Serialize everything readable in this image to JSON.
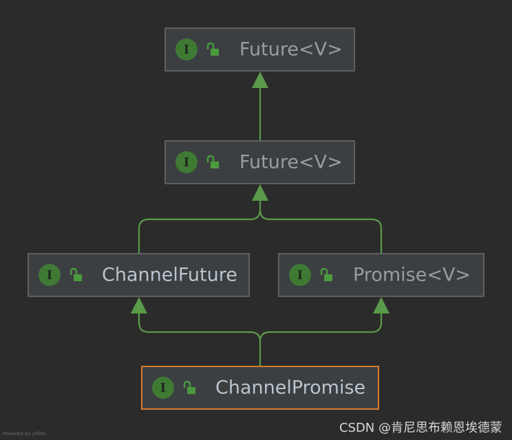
{
  "diagram": {
    "nodes": [
      {
        "id": "future-top",
        "badge": "I",
        "name": "Future<V>",
        "selected": false
      },
      {
        "id": "future-mid",
        "badge": "I",
        "name": "Future<V>",
        "selected": false
      },
      {
        "id": "channel-future",
        "badge": "I",
        "name": "ChannelFuture",
        "selected": false
      },
      {
        "id": "promise",
        "badge": "I",
        "name": "Promise<V>",
        "selected": false
      },
      {
        "id": "channel-promise",
        "badge": "I",
        "name": "ChannelPromise",
        "selected": true
      }
    ],
    "edges": [
      {
        "from": "future-mid",
        "to": "future-top"
      },
      {
        "from": "channel-future",
        "to": "future-mid"
      },
      {
        "from": "promise",
        "to": "future-mid"
      },
      {
        "from": "channel-promise",
        "to": "channel-future"
      },
      {
        "from": "channel-promise",
        "to": "promise"
      }
    ]
  },
  "colors": {
    "background": "#2b2b2b",
    "edge": "#5a9a4a",
    "badge": "#3f7a35",
    "selected_border": "#d67d2d"
  },
  "icons": {
    "badge": "interface-icon",
    "access": "unlocked-public-icon"
  },
  "watermark": "CSDN @肯尼思布赖恩埃德蒙",
  "powered_by": "Powered by yFiles"
}
